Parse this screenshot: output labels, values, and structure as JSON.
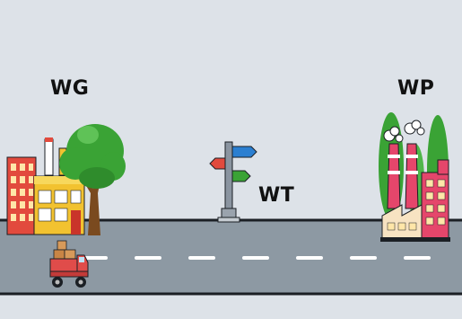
{
  "labels": {
    "wg": "WG",
    "wt": "WT",
    "wp": "WP"
  },
  "colors": {
    "background": "#dde2e8",
    "road": "#8d99a3",
    "road_edge": "#1b1f24",
    "lane_mark": "#ffffff",
    "tree": "#3aa335",
    "trunk": "#7a4a1f",
    "factory_red": "#e24a3d",
    "factory_yellow": "#f2c230",
    "factory_pink": "#e5466b",
    "truck": "#e04c4a"
  },
  "icons": {
    "left_scene": "factory-with-tree",
    "center_scene": "signpost",
    "right_scene": "industrial-plant",
    "vehicle": "delivery-truck"
  }
}
